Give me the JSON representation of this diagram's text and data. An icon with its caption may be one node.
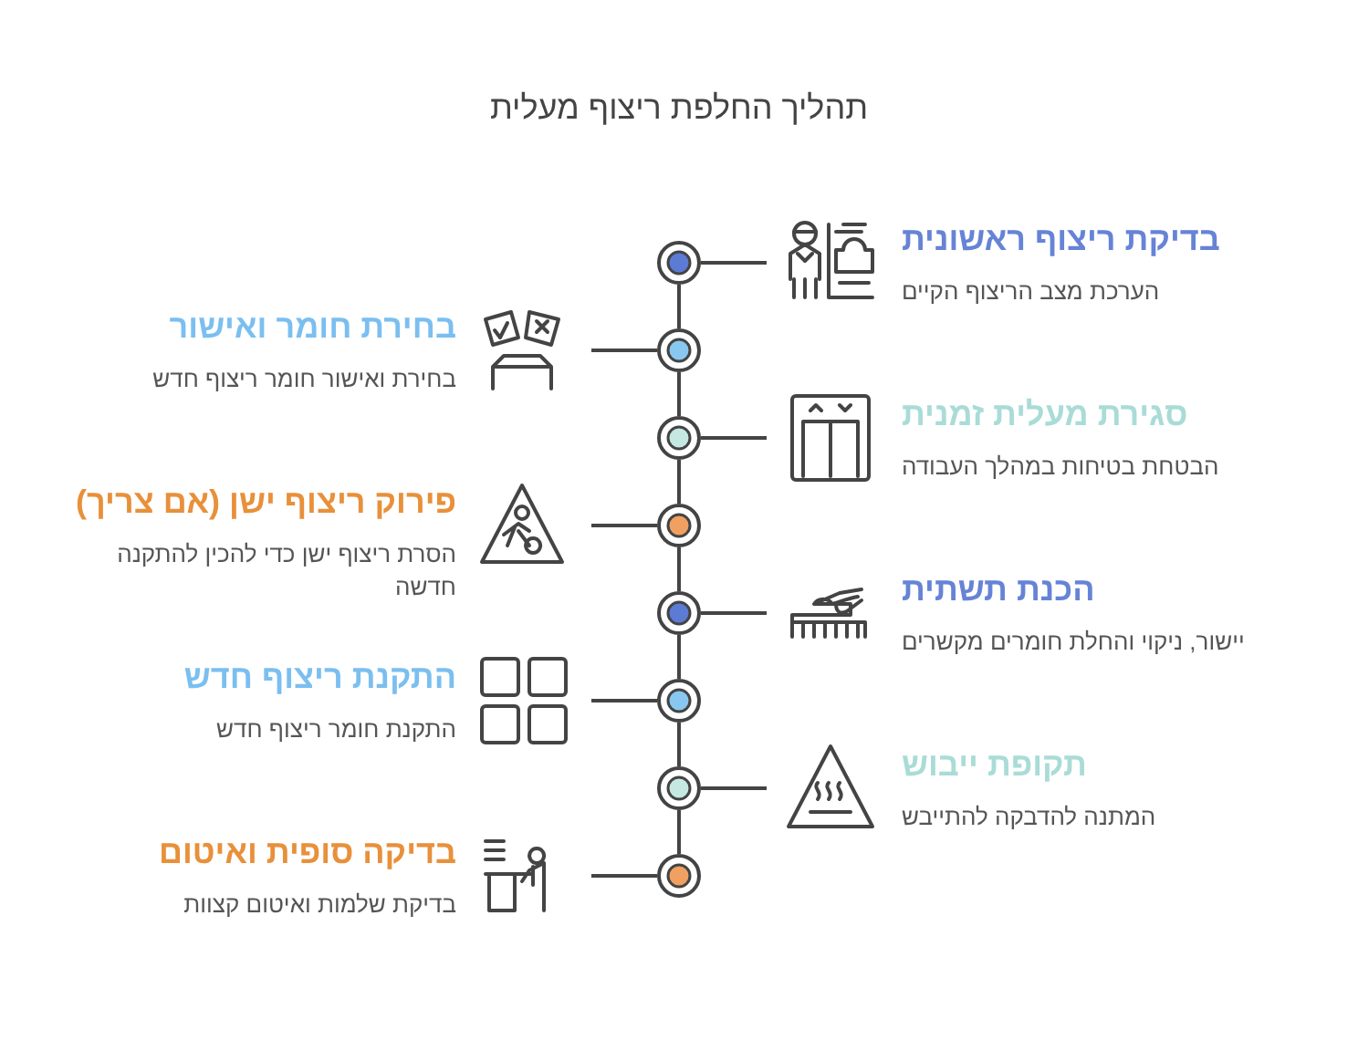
{
  "diagram": {
    "title": "תהליך החלפת ריצוף מעלית",
    "nodes": [
      {
        "text": [],
        "shape": "circle"
      },
      {
        "text": [],
        "shape": "circle"
      },
      {
        "text": [],
        "shape": "circle"
      },
      {
        "text": [],
        "shape": "circle"
      },
      {
        "text": [],
        "shape": "circle"
      },
      {
        "text": [],
        "shape": "circle"
      },
      {
        "text": [],
        "shape": "circle"
      },
      {
        "text": [],
        "shape": "circle"
      },
      {
        "text": [
          "בדיקת ריצוף ראשונית",
          "הערכת מצב הריצוף הקיים"
        ]
      },
      {
        "text": [
          "בחירת חומר ואישור",
          "בחירת ואישור חומר ריצוף חדש"
        ]
      },
      {
        "text": [
          "סגירת מעלית זמנית",
          "הבטחת בטיחות במהלך העבודה"
        ]
      },
      {
        "text": [
          "פירוק ריצוף ישן (אם צריך)",
          "הסרת ריצוף ישן כדי להכין להתקנה חדשה"
        ]
      },
      {
        "text": [
          "הכנת תשתית",
          "יישור, ניקוי והחלת חומרים מקשרים"
        ]
      },
      {
        "text": [
          "התקנת ריצוף חדש",
          "התקנת חומר ריצוף חדש"
        ]
      },
      {
        "text": [
          "תקופת ייבוש",
          "המתנה להדבקה להתייבש"
        ]
      },
      {
        "text": [
          "בדיקה סופית ואיטום",
          "בדיקת שלמות ואיטום קצוות"
        ]
      }
    ],
    "edges": [
      {
        "from": 0,
        "to": 1,
        "arrow": "none"
      },
      {
        "from": 1,
        "to": 2,
        "arrow": "none"
      },
      {
        "from": 2,
        "to": 3,
        "arrow": "none"
      },
      {
        "from": 3,
        "to": 4,
        "arrow": "none"
      },
      {
        "from": 4,
        "to": 5,
        "arrow": "none"
      },
      {
        "from": 5,
        "to": 6,
        "arrow": "none"
      },
      {
        "from": 6,
        "to": 7,
        "arrow": "none"
      },
      {
        "from": 0,
        "to": 8,
        "arrow": "none"
      },
      {
        "from": 1,
        "to": 9,
        "arrow": "none"
      },
      {
        "from": 2,
        "to": 10,
        "arrow": "none"
      },
      {
        "from": 3,
        "to": 11,
        "arrow": "none"
      },
      {
        "from": 4,
        "to": 12,
        "arrow": "none"
      },
      {
        "from": 5,
        "to": 13,
        "arrow": "none"
      },
      {
        "from": 6,
        "to": 14,
        "arrow": "none"
      },
      {
        "from": 7,
        "to": 15,
        "arrow": "none"
      }
    ]
  }
}
